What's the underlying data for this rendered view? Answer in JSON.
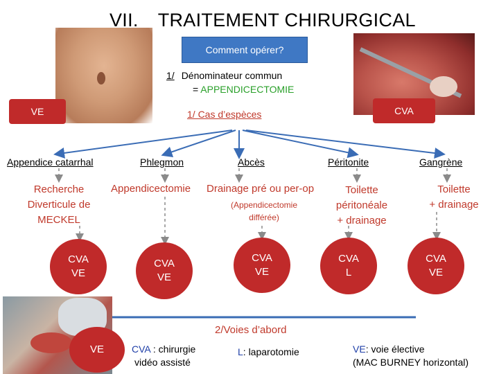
{
  "slide": {
    "title_number": "VII.",
    "title_text": "TRAITEMENT CHIRURGICAL",
    "question_box": "Comment opérer?",
    "denominator_num": "1/",
    "denominator_text": "Dénominateur commun",
    "appendicectomy_prefix": "= ",
    "appendicectomy": "APPENDICECTOMIE",
    "cases_label": "1/ Cas d’espèces",
    "ve_box": "VE",
    "cva_box": "CVA"
  },
  "columns": [
    {
      "header": "Appendice catarrhal",
      "action": [
        "Recherche",
        "Diverticule de",
        "MECKEL"
      ],
      "oval": [
        "CVA",
        "VE"
      ]
    },
    {
      "header": "Phlegmon",
      "action": [
        "Appendicectomie"
      ],
      "oval": [
        "CVA",
        "VE"
      ]
    },
    {
      "header": "Abcès",
      "action": [
        "Drainage pré ou per-op"
      ],
      "note": [
        "(Appendicectomie",
        "différée)"
      ],
      "oval": [
        "CVA",
        "VE"
      ]
    },
    {
      "header": "Péritonite",
      "action": [
        "Toilette",
        "péritonéale",
        "+ drainage"
      ],
      "oval": [
        "CVA",
        "L"
      ]
    },
    {
      "header": "Gangrène",
      "action": [
        "Toilette",
        "+ drainage"
      ],
      "oval": [
        "CVA",
        "VE"
      ]
    }
  ],
  "voies": {
    "label": "2/Voies d’abord",
    "ve_oval": "VE",
    "cva_key": "CVA",
    "cva_def": " : chirurgie",
    "cva_def2": "vidéo assisté",
    "l_key": "L",
    "l_def": ": laparotomie",
    "ve_key": "VE",
    "ve_def": ": voie élective",
    "ve_def2": "(MAC BURNEY horizontal)"
  },
  "colors": {
    "box_blue": "#3f78c4",
    "red": "#c02a2a",
    "text_red": "#c0392b",
    "green": "#2aa02a",
    "line_blue": "#3a6cb5",
    "arrow_gray": "#8a8a8a",
    "key_blue": "#1f3fa8"
  }
}
